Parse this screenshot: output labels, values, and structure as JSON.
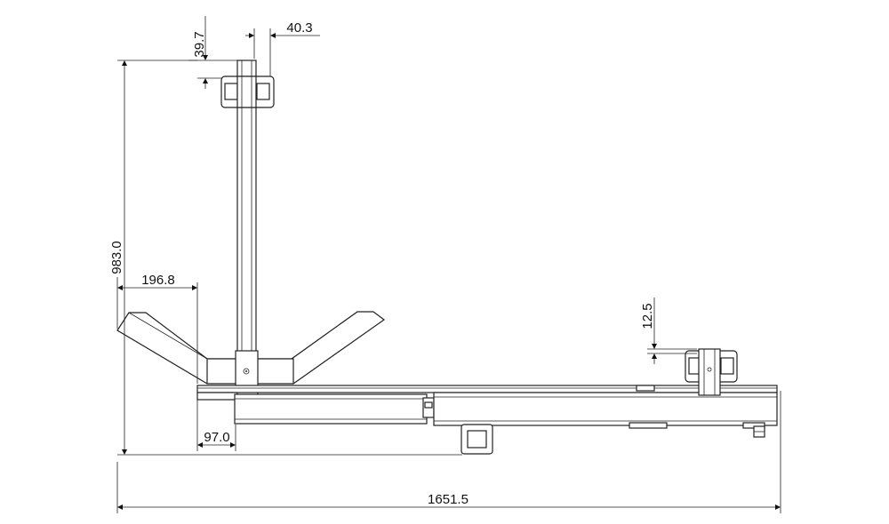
{
  "drawing": {
    "dimensions": {
      "top_height": "39.7",
      "top_width": "40.3",
      "total_height": "983.0",
      "cradle_width": "196.8",
      "right_height": "12.5",
      "bottom_offset": "97.0",
      "total_length": "1651.5"
    }
  }
}
